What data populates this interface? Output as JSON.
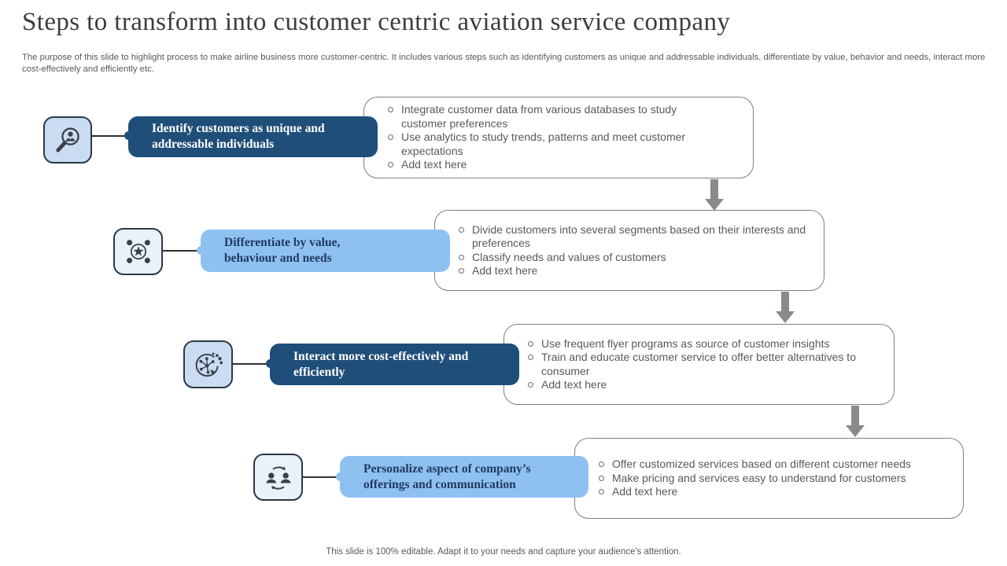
{
  "slide": {
    "title": "Steps to transform into customer centric aviation service company",
    "subtitle": "The purpose of this slide to highlight process to make airline business more customer-centric. It includes various steps such as identifying customers as unique and addressable individuals, differentiate by value, behavior and needs, interact more cost-effectively and efficiently etc.",
    "footer": "This slide is 100% editable. Adapt it to your needs and capture your audience's attention."
  },
  "colors": {
    "dark_navy": "#1f4e79",
    "light_blue": "#8fc1f0",
    "icon_bg_dark": "#c9dcf1",
    "icon_bg_light": "#e9f1fb",
    "icon_glyph": "#3a4049",
    "arrow_gray": "#8a8a8a",
    "text_gray": "#595959",
    "box_border": "#7f7f7f"
  },
  "steps": [
    {
      "icon": "search-person-icon",
      "variant": "dark",
      "label": "Identify customers as unique and addressable individuals",
      "bullets": [
        "Integrate customer data from various databases to study customer preferences",
        "Use analytics to study trends, patterns and meet customer expectations",
        "Add text here"
      ]
    },
    {
      "icon": "star-segments-icon",
      "variant": "light",
      "label": "Differentiate by value, behaviour and needs",
      "bullets": [
        "Divide customers into several segments based on their interests and preferences",
        "Classify needs and values of customers",
        "Add text here"
      ]
    },
    {
      "icon": "network-touch-icon",
      "variant": "dark",
      "label": "Interact more cost-effectively and efficiently",
      "bullets": [
        "Use frequent flyer programs as source of customer insights",
        "Train and educate customer service to offer better alternatives to consumer",
        "Add text here"
      ]
    },
    {
      "icon": "people-exchange-icon",
      "variant": "light",
      "label": "Personalize aspect of company’s offerings and communication",
      "bullets": [
        "Offer customized services based on different customer needs",
        "Make pricing and services easy to understand for customers",
        "Add text here"
      ]
    }
  ]
}
